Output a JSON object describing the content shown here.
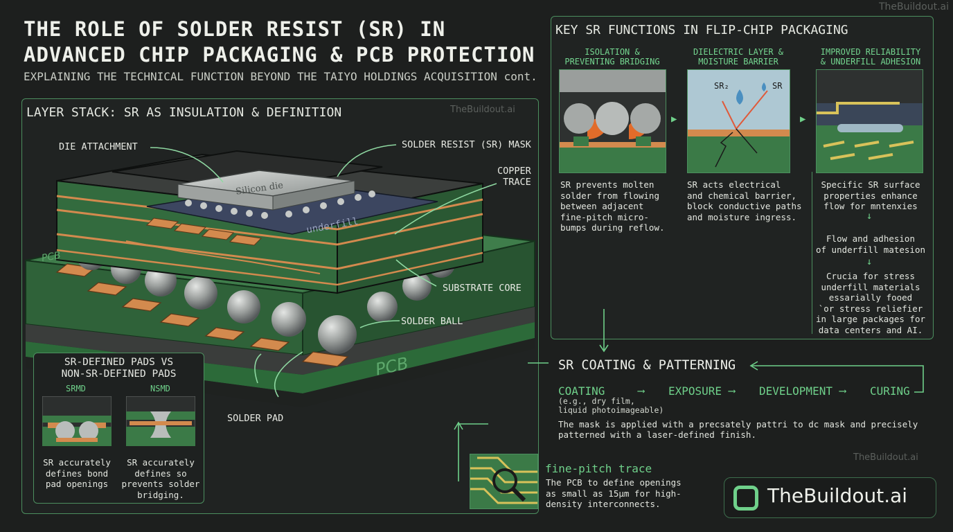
{
  "header": {
    "title_line1": "THE ROLE OF SOLDER RESIST (SR) IN",
    "title_line2": "ADVANCED CHIP PACKAGING & PCB PROTECTION",
    "subtitle": "EXPLAINING THE TECHNICAL FUNCTION BEYOND THE TAIYO HOLDINGS ACQUISITION cont.",
    "watermark": "TheBuildout.ai"
  },
  "layer_stack": {
    "heading": "LAYER STACK: SR AS INSULATION & DEFINITION",
    "watermark": "TheBuildout.ai",
    "labels": {
      "die_attachment": "DIE ATTACHMENT",
      "sr_mask": "SOLDER RESIST (SR) MASK",
      "copper_trace_1": "COPPER",
      "copper_trace_2": "TRACE",
      "substrate_core": "SUBSTRATE CORE",
      "solder_ball": "SOLDER BALL",
      "solder_pad": "SOLDER PAD",
      "silicon_die": "Silicon die",
      "underfill": "underfill",
      "pcb_big": "PCB",
      "pcb_small": "PCB"
    }
  },
  "pads": {
    "heading_1": "SR-DEFINED PADS VS",
    "heading_2": "NON-SR-DEFINED PADS",
    "srmd_label": "SRMD",
    "nsmd_label": "NSMD",
    "srmd_text": [
      "SR accurately",
      "defines bond",
      "pad openings"
    ],
    "nsmd_text": [
      "SR accurately",
      "defines so",
      "prevents solder",
      "bridging."
    ]
  },
  "functions": {
    "heading": "KEY SR FUNCTIONS IN FLIP-CHIP PACKAGING",
    "col1": {
      "title": [
        "ISOLATION &",
        "PREVENTING BRIDGING"
      ],
      "text": [
        "SR prevents molten",
        "solder from flowing",
        "between adjacent",
        "fine-pitch micro-",
        "bumps during reflow."
      ]
    },
    "col2": {
      "title": [
        "DIELECTRIC LAYER &",
        "MOISTURE BARRIER"
      ],
      "img_sr2": "SR₂",
      "img_sr": "SR",
      "text": [
        "SR acts electrical",
        "and chemical barrier,",
        "block conductive paths",
        "and moisture ingress."
      ]
    },
    "col3": {
      "title": [
        "IMPROVED RELIABILITY",
        "& UNDERFILL ADHESION"
      ],
      "step1": [
        "Specific SR surface",
        "properties enhance",
        "flow for mntenxies"
      ],
      "step2": [
        "Flow and  adhesion",
        "of underfill matesion"
      ],
      "step3": [
        "Crucia for stress",
        "underfill materials",
        "essarially fooed",
        "`or stress reliefier",
        "in large packages for",
        "data centers and AI."
      ]
    }
  },
  "process": {
    "heading": "SR COATING & PATTERNING",
    "steps": [
      "COATING",
      "EXPOSURE",
      "DEVELOPMENT",
      "CURING"
    ],
    "coating_note_1": "(e.g., dry film,",
    "coating_note_2": "liquid photoimageable)",
    "desc_1": "The mask is applied with a precsately pattri to dc mask and precisely",
    "desc_2": "patterned with a laser-defined finish."
  },
  "fine_pitch": {
    "title": "fine-pitch trace",
    "text": [
      "The PCB to define openings",
      "as small as 15μm for high-",
      "density interconnects."
    ]
  },
  "watermark_mid": "TheBuildout.ai",
  "brand": {
    "name": "TheBuildout.ai"
  },
  "colors": {
    "accent": "#6fd08a",
    "border": "#4c8f5f",
    "copper": "#d38a4e",
    "pcb": "#3c7a48",
    "background": "#1d1f1e"
  }
}
